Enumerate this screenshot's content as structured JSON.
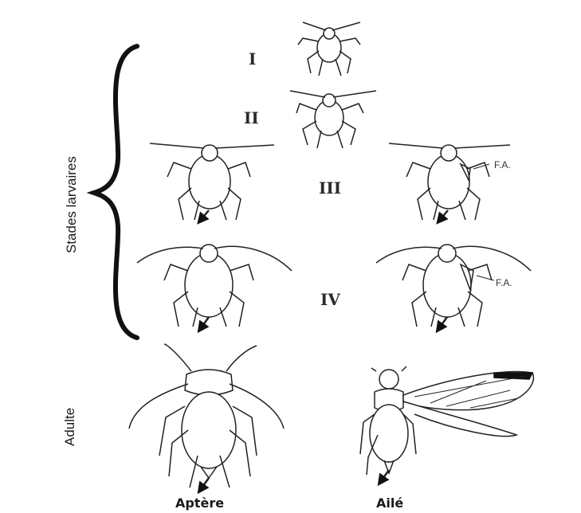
{
  "labels": {
    "side_larval": "Stades larvaires",
    "side_adult": "Adulte",
    "stage_1": "I",
    "stage_2": "II",
    "stage_3": "III",
    "stage_4": "IV",
    "fa_1": "F.A.",
    "fa_2": "F.A.",
    "apterous": "Aptère",
    "winged": "Ailé"
  },
  "colors": {
    "ink": "#222222",
    "wing_tip": "#111111"
  }
}
